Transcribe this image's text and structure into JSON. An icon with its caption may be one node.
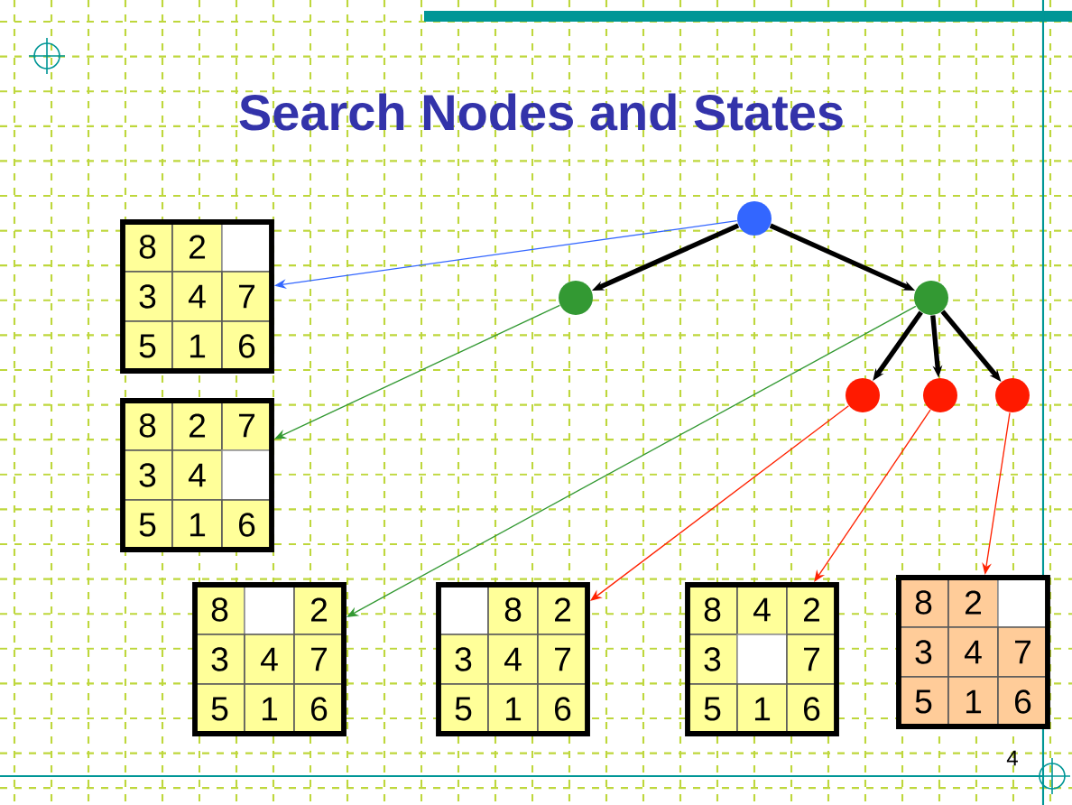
{
  "diagram": {
    "title": "Search Nodes and States",
    "nodes": [
      {
        "text": [],
        "shape": "circle"
      },
      {
        "text": [],
        "shape": "circle"
      },
      {
        "text": [],
        "shape": "circle"
      },
      {
        "text": [],
        "shape": "circle"
      },
      {
        "text": [],
        "shape": "circle"
      },
      {
        "text": [],
        "shape": "circle"
      },
      {
        "text": [],
        "shape": "box"
      },
      {
        "text": [
          "8"
        ],
        "in": 6
      },
      {
        "text": [
          "2"
        ],
        "in": 6
      },
      {
        "text": [],
        "shape": "box",
        "in": 6
      },
      {
        "text": [
          "3"
        ],
        "in": 6
      },
      {
        "text": [
          "4"
        ],
        "in": 6
      },
      {
        "text": [
          "7"
        ],
        "in": 6
      },
      {
        "text": [
          "5"
        ],
        "in": 6
      },
      {
        "text": [
          "1"
        ],
        "in": 6
      },
      {
        "text": [
          "6"
        ],
        "in": 6
      },
      {
        "text": [],
        "shape": "box"
      },
      {
        "text": [
          "8"
        ],
        "in": 16
      },
      {
        "text": [
          "2"
        ],
        "in": 16
      },
      {
        "text": [
          "7"
        ],
        "in": 16
      },
      {
        "text": [
          "3"
        ],
        "in": 16
      },
      {
        "text": [
          "4"
        ],
        "in": 16
      },
      {
        "text": [],
        "shape": "box",
        "in": 16
      },
      {
        "text": [
          "5"
        ],
        "in": 16
      },
      {
        "text": [
          "1"
        ],
        "in": 16
      },
      {
        "text": [
          "6"
        ],
        "in": 16
      },
      {
        "text": [],
        "shape": "box"
      },
      {
        "text": [
          "8"
        ],
        "in": 26
      },
      {
        "text": [],
        "shape": "box",
        "in": 26
      },
      {
        "text": [
          "2"
        ],
        "in": 26
      },
      {
        "text": [
          "3"
        ],
        "in": 26
      },
      {
        "text": [
          "4"
        ],
        "in": 26
      },
      {
        "text": [
          "7"
        ],
        "in": 26
      },
      {
        "text": [
          "5"
        ],
        "in": 26
      },
      {
        "text": [
          "1"
        ],
        "in": 26
      },
      {
        "text": [
          "6"
        ],
        "in": 26
      },
      {
        "text": [],
        "shape": "box"
      },
      {
        "text": [],
        "shape": "box",
        "in": 36
      },
      {
        "text": [
          "8"
        ],
        "in": 36
      },
      {
        "text": [
          "2"
        ],
        "in": 36
      },
      {
        "text": [
          "3"
        ],
        "in": 36
      },
      {
        "text": [
          "4"
        ],
        "in": 36
      },
      {
        "text": [
          "7"
        ],
        "in": 36
      },
      {
        "text": [
          "5"
        ],
        "in": 36
      },
      {
        "text": [
          "1"
        ],
        "in": 36
      },
      {
        "text": [
          "6"
        ],
        "in": 36
      },
      {
        "text": [],
        "shape": "box"
      },
      {
        "text": [
          "8"
        ],
        "in": 46
      },
      {
        "text": [
          "4"
        ],
        "in": 46
      },
      {
        "text": [
          "2"
        ],
        "in": 46
      },
      {
        "text": [
          "3"
        ],
        "in": 46
      },
      {
        "text": [],
        "shape": "box",
        "in": 46
      },
      {
        "text": [
          "7"
        ],
        "in": 46
      },
      {
        "text": [
          "5"
        ],
        "in": 46
      },
      {
        "text": [
          "1"
        ],
        "in": 46
      },
      {
        "text": [
          "6"
        ],
        "in": 46
      },
      {
        "text": [],
        "shape": "box"
      },
      {
        "text": [
          "8"
        ],
        "in": 56
      },
      {
        "text": [
          "2"
        ],
        "in": 56
      },
      {
        "text": [],
        "shape": "box",
        "in": 56
      },
      {
        "text": [
          "3"
        ],
        "in": 56
      },
      {
        "text": [
          "4"
        ],
        "in": 56
      },
      {
        "text": [
          "7"
        ],
        "in": 56
      },
      {
        "text": [
          "5"
        ],
        "in": 56
      },
      {
        "text": [
          "1"
        ],
        "in": 56
      },
      {
        "text": [
          "6"
        ],
        "in": 56
      }
    ],
    "edges": [
      {
        "from": 0,
        "to": 1,
        "arrow": "to",
        "style": "thick"
      },
      {
        "from": 0,
        "to": 2,
        "arrow": "to",
        "style": "thick"
      },
      {
        "from": 2,
        "to": 3,
        "arrow": "to",
        "style": "thick"
      },
      {
        "from": 2,
        "to": 4,
        "arrow": "to",
        "style": "thick"
      },
      {
        "from": 2,
        "to": 5,
        "arrow": "to",
        "style": "thick"
      },
      {
        "from": 0,
        "to": 6,
        "arrow": "to",
        "color": "#3366ff"
      },
      {
        "from": 1,
        "to": 16,
        "arrow": "to",
        "color": "#339933"
      },
      {
        "from": 2,
        "to": 26,
        "arrow": "to",
        "color": "#339933"
      },
      {
        "from": 3,
        "to": 36,
        "arrow": "to",
        "color": "#ff2200"
      },
      {
        "from": 4,
        "to": 46,
        "arrow": "to",
        "color": "#ff2200"
      },
      {
        "from": 5,
        "to": 56,
        "arrow": "to",
        "color": "#ff2200"
      }
    ],
    "labels": [
      "4"
    ]
  }
}
